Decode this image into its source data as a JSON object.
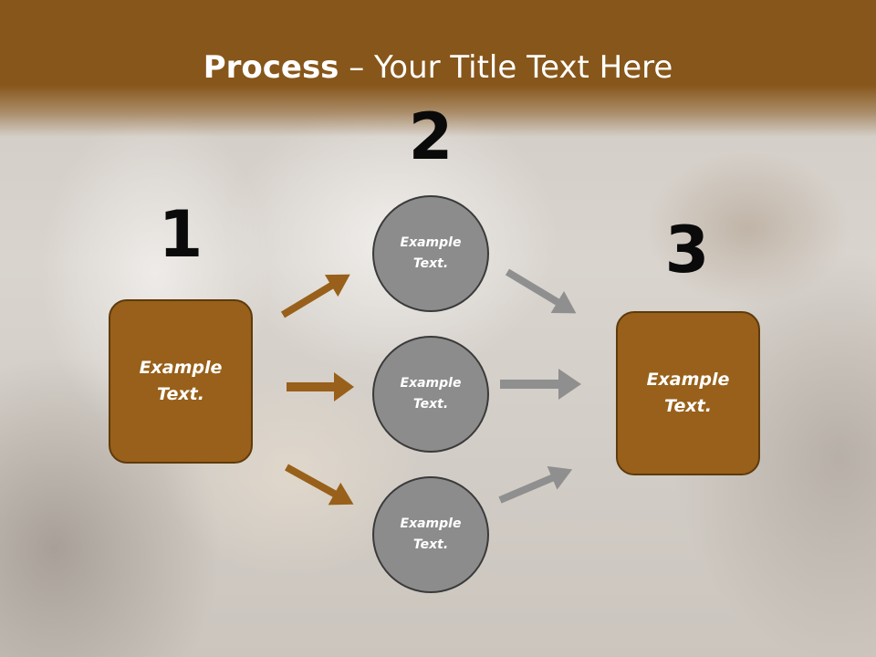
{
  "title": {
    "bold": "Process",
    "rest": " – Your Title Text Here"
  },
  "numbers": [
    "1",
    "2",
    "3"
  ],
  "boxes": {
    "left": "Example Text.",
    "right": "Example Text."
  },
  "circles": [
    "Example Text.",
    "Example Text.",
    "Example Text."
  ],
  "colors": {
    "header": "#87561a",
    "box": "#98601a",
    "circle": "#8c8c8c",
    "arrow_brown": "#98601a",
    "arrow_gray": "#8f8f8f"
  }
}
